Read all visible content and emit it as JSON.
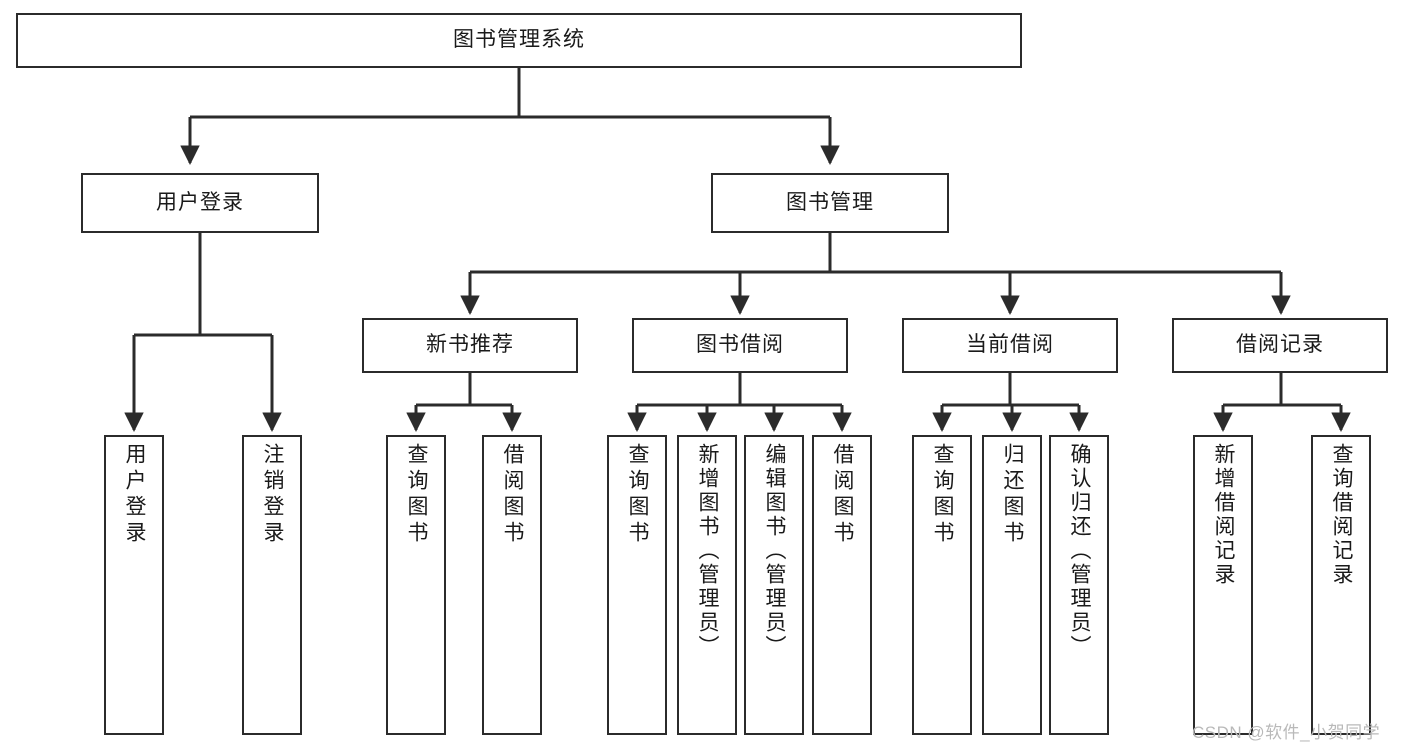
{
  "diagram": {
    "title": "图书管理系统",
    "type": "tree",
    "watermark": "CSDN @软件_小贺同学",
    "colors": {
      "stroke": "#2b2b2b",
      "fill": "#ffffff",
      "text": "#1a1a1a",
      "watermark": "#b9b9b9"
    },
    "levels": [
      {
        "level": 1,
        "nodes": [
          {
            "id": "root",
            "label": "图书管理系统",
            "orientation": "horizontal"
          }
        ]
      },
      {
        "level": 2,
        "nodes": [
          {
            "id": "login",
            "label": "用户登录",
            "orientation": "horizontal",
            "parent": "root"
          },
          {
            "id": "bookmgmt",
            "label": "图书管理",
            "orientation": "horizontal",
            "parent": "root"
          }
        ]
      },
      {
        "level": 3,
        "nodes": [
          {
            "id": "newbook",
            "label": "新书推荐",
            "orientation": "horizontal",
            "parent": "bookmgmt"
          },
          {
            "id": "borrow",
            "label": "图书借阅",
            "orientation": "horizontal",
            "parent": "bookmgmt"
          },
          {
            "id": "current",
            "label": "当前借阅",
            "orientation": "horizontal",
            "parent": "bookmgmt"
          },
          {
            "id": "records",
            "label": "借阅记录",
            "orientation": "horizontal",
            "parent": "bookmgmt"
          }
        ]
      },
      {
        "level": 4,
        "nodes": [
          {
            "id": "leaf1",
            "label": "用户登录",
            "orientation": "vertical",
            "parent": "login"
          },
          {
            "id": "leaf2",
            "label": "注销登录",
            "orientation": "vertical",
            "parent": "login"
          },
          {
            "id": "leaf3",
            "label": "查询图书",
            "orientation": "vertical",
            "parent": "newbook"
          },
          {
            "id": "leaf4",
            "label": "借阅图书",
            "orientation": "vertical",
            "parent": "newbook"
          },
          {
            "id": "leaf5",
            "label": "查询图书",
            "orientation": "vertical",
            "parent": "borrow"
          },
          {
            "id": "leaf6",
            "label": "新增图书（管理员）",
            "orientation": "vertical",
            "parent": "borrow"
          },
          {
            "id": "leaf7",
            "label": "编辑图书（管理员）",
            "orientation": "vertical",
            "parent": "borrow"
          },
          {
            "id": "leaf8",
            "label": "借阅图书",
            "orientation": "vertical",
            "parent": "borrow"
          },
          {
            "id": "leaf9",
            "label": "查询图书",
            "orientation": "vertical",
            "parent": "current"
          },
          {
            "id": "leaf10",
            "label": "归还图书",
            "orientation": "vertical",
            "parent": "current"
          },
          {
            "id": "leaf11",
            "label": "确认归还（管理员）",
            "orientation": "vertical",
            "parent": "current"
          },
          {
            "id": "leaf12",
            "label": "新增借阅记录",
            "orientation": "vertical",
            "parent": "records"
          },
          {
            "id": "leaf13",
            "label": "查询借阅记录",
            "orientation": "vertical",
            "parent": "records"
          }
        ]
      }
    ]
  }
}
